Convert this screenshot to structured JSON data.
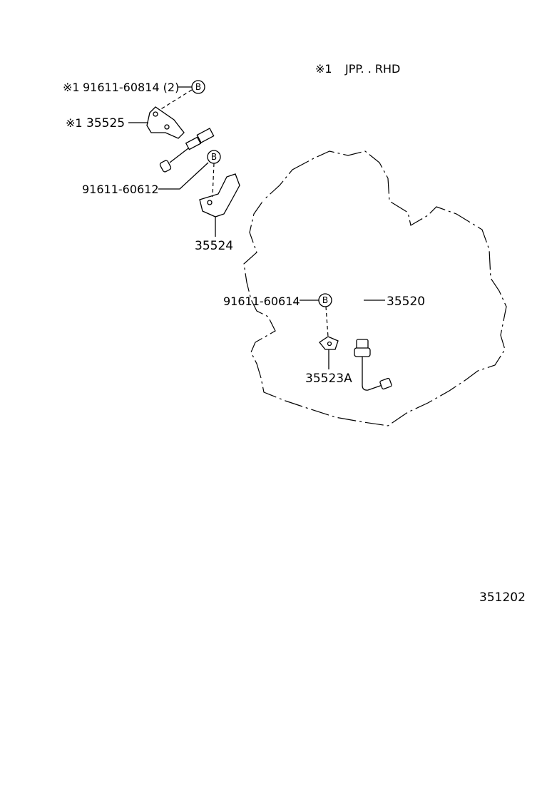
{
  "note": {
    "mark": "※1",
    "text": "JPP. . RHD"
  },
  "bolt_symbol_letter": "B",
  "labels": {
    "bolt_91611_60814": {
      "mark": "※1",
      "text": "91611-60814 (2)"
    },
    "bracket_35525": {
      "mark": "※1",
      "text": "35525"
    },
    "bolt_91611_60612": {
      "text": "91611-60612"
    },
    "bracket_35524": {
      "text": "35524"
    },
    "bolt_91611_60614": {
      "text": "91611-60614"
    },
    "cable_35520": {
      "text": "35520"
    },
    "clamp_35523A": {
      "text": "35523A"
    }
  },
  "figure_ref": "351202"
}
